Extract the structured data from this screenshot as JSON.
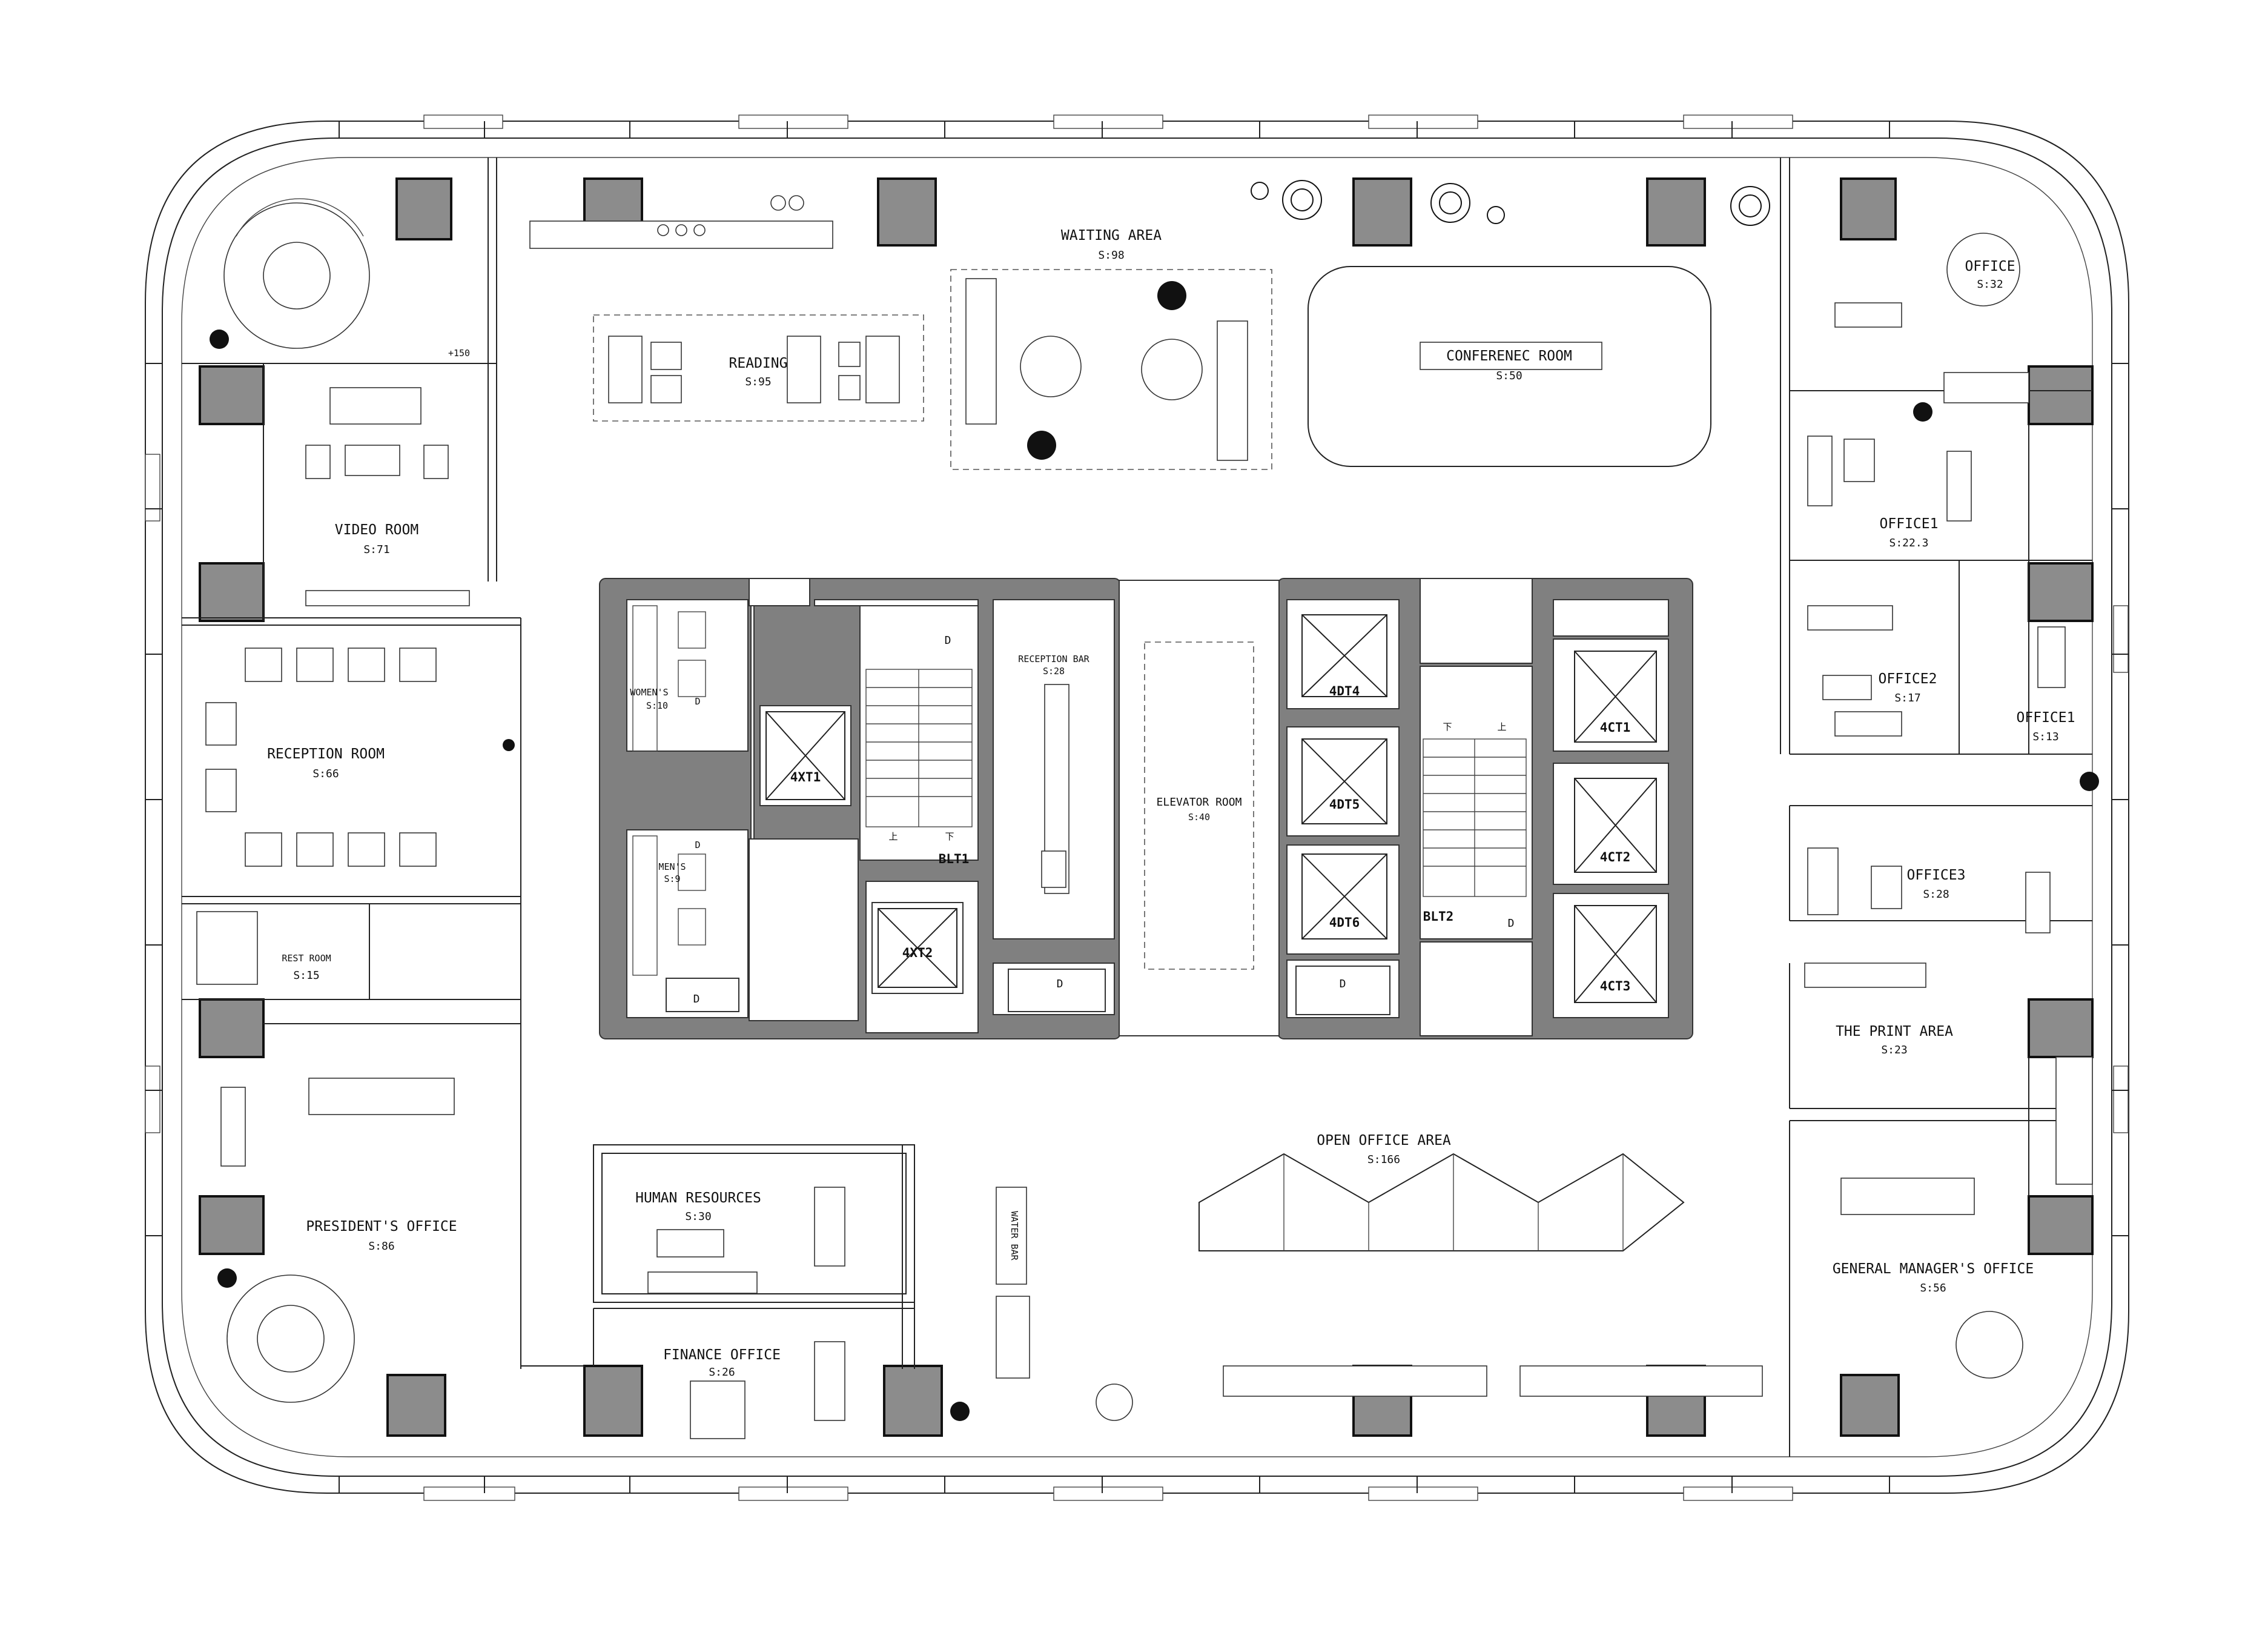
{
  "rooms": {
    "waiting": {
      "name": "WAITING AREA",
      "area": "S:98"
    },
    "reading": {
      "name": "READING",
      "area": "S:95"
    },
    "conference": {
      "name": "CONFERENEC ROOM",
      "area": "S:50"
    },
    "video": {
      "name": "VIDEO ROOM",
      "area": "S:71"
    },
    "reception": {
      "name": "RECEPTION ROOM",
      "area": "S:66"
    },
    "rest": {
      "name": "REST ROOM",
      "area": "S:15"
    },
    "president": {
      "name": "PRESIDENT'S OFFICE",
      "area": "S:86"
    },
    "hr": {
      "name": "HUMAN RESOURCES",
      "area": "S:30"
    },
    "finance": {
      "name": "FINANCE OFFICE",
      "area": "S:26"
    },
    "open_office": {
      "name": "OPEN OFFICE AREA",
      "area": "S:166"
    },
    "office_top": {
      "name": "OFFICE",
      "area": "S:32"
    },
    "office1_a": {
      "name": "OFFICE1",
      "area": "S:22.3"
    },
    "office2": {
      "name": "OFFICE2",
      "area": "S:17"
    },
    "office1_b": {
      "name": "OFFICE1",
      "area": "S:13"
    },
    "office3": {
      "name": "OFFICE3",
      "area": "S:28"
    },
    "print": {
      "name": "THE PRINT AREA",
      "area": "S:23"
    },
    "gm": {
      "name": "GENERAL MANAGER'S OFFICE",
      "area": "S:56"
    },
    "womens": {
      "name": "WOMEN'S",
      "area": "S:10"
    },
    "mens": {
      "name": "MEN'S",
      "area": "S:9"
    },
    "reception_bar": {
      "name": "RECEPTION BAR",
      "area": "S:28"
    },
    "elevator_room": {
      "name": "ELEVATOR ROOM",
      "area": "S:40"
    }
  },
  "labels": {
    "water_bar": "WATER BAR",
    "level": "+150",
    "door": "D",
    "stair_down": "下",
    "stair_up": "上"
  },
  "shafts": {
    "xt1": "4XT1",
    "xt2": "4XT2",
    "dt4": "4DT4",
    "dt5": "4DT5",
    "dt6": "4DT6",
    "ct1": "4CT1",
    "ct2": "4CT2",
    "ct3": "4CT3",
    "blt1": "BLT1",
    "blt2": "BLT2"
  },
  "colors": {
    "ink": "#222222",
    "wall_fill": "#808080",
    "column_fill": "#8c8c8c"
  }
}
